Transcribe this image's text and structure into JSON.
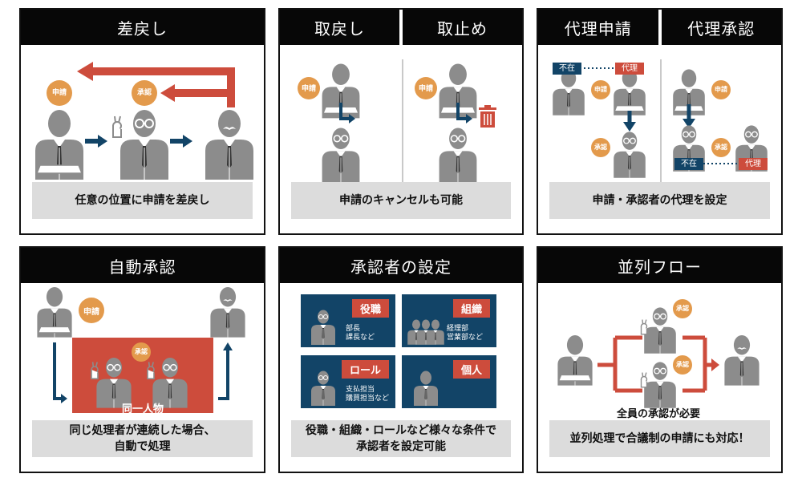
{
  "colors": {
    "accent_red": "#cd4c3c",
    "badge_orange": "#e39a4c",
    "navy": "#124467",
    "person_gray": "#8c8c8c",
    "caption_bg": "#dcdcdc",
    "header_bg": "#070707"
  },
  "cards": [
    {
      "id": "sashimodoshi",
      "headers": [
        "差戻し"
      ],
      "caption": "任意の位置に申請を差戻し",
      "badges": {
        "apply": "申請",
        "approve": "承認"
      }
    },
    {
      "id": "torimodoshi",
      "headers": [
        "取戻し",
        "取止め"
      ],
      "caption": "申請のキャンセルも可能",
      "badges": {
        "apply": "申請"
      }
    },
    {
      "id": "dairi",
      "headers": [
        "代理申請",
        "代理承認"
      ],
      "caption": "申請・承認者の代理を設定",
      "badges": {
        "apply": "申請",
        "approve": "承認",
        "absent": "不在",
        "proxy": "代理"
      }
    },
    {
      "id": "jidou",
      "headers": [
        "自動承認"
      ],
      "caption": "同じ処理者が連続した場合、\n自動で処理",
      "badges": {
        "apply": "申請",
        "approve": "承認"
      },
      "same_person": "同一人物"
    },
    {
      "id": "settei",
      "headers": [
        "承認者の設定"
      ],
      "caption": "役職・組織・ロールなど様々な条件で\n承認者を設定可能",
      "panels": [
        {
          "tag": "役職",
          "sub": "部長\n課長など"
        },
        {
          "tag": "組織",
          "sub": "経理部\n営業部など"
        },
        {
          "tag": "ロール",
          "sub": "支払担当\n購買担当など"
        },
        {
          "tag": "個人",
          "sub": ""
        }
      ]
    },
    {
      "id": "heiretsu",
      "headers": [
        "並列フロー"
      ],
      "caption": "並列処理で合議制の申請にも対応！",
      "note": "全員の承認が必要",
      "badges": {
        "approve": "承認"
      }
    }
  ]
}
